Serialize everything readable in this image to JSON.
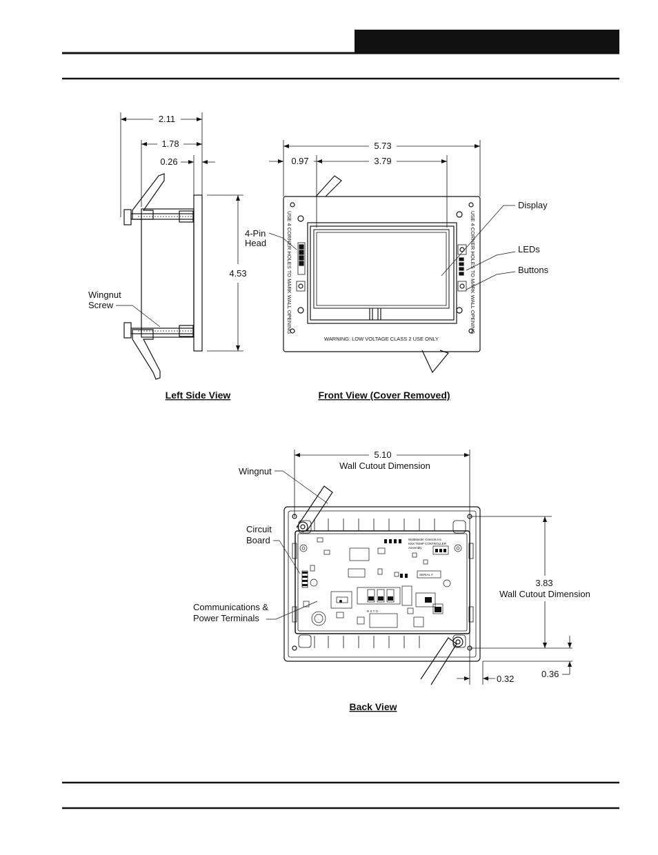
{
  "left_view": {
    "caption": "Left Side View",
    "dims": {
      "d1": "2.11",
      "d2": "1.78",
      "d3": "0.26",
      "height": "4.53"
    },
    "callouts": {
      "pin_head_l1": "4-Pin",
      "pin_head_l2": "Head",
      "wingnut_screw_l1": "Wingnut",
      "wingnut_screw_l2": "Screw"
    }
  },
  "front_view": {
    "caption": "Front View (Cover Removed)",
    "dims": {
      "width": "5.73",
      "offset": "0.97",
      "display_width": "3.79"
    },
    "warning": "WARNING: LOW VOLTAGE CLASS 2 USE ONLY",
    "side_note": "USE 4 CORNER HOLES TO MARK WALL OPENING",
    "callouts": {
      "display": "Display",
      "leds": "LEDs",
      "buttons": "Buttons"
    }
  },
  "back_view": {
    "caption": "Back View",
    "dims": {
      "width": "5.10",
      "width_note": "Wall Cutout Dimension",
      "height": "3.83",
      "height_note": "Wall Cutout Dimension",
      "bottom_offset": "0.32",
      "right_offset": "0.36"
    },
    "callouts": {
      "wingnut": "Wingnut",
      "circuit_l1": "Circuit",
      "circuit_l2": "Board",
      "comm_l1": "Communications &",
      "comm_l2": "Power Terminals"
    },
    "board_text": {
      "serial": "SERIAL #",
      "rst": "R  S  T  G",
      "maker_l1": "WattMaster Controls Inc.",
      "maker_l2": "KNX TEMP CONTROLLER",
      "maker_l3": "Assembly"
    }
  }
}
